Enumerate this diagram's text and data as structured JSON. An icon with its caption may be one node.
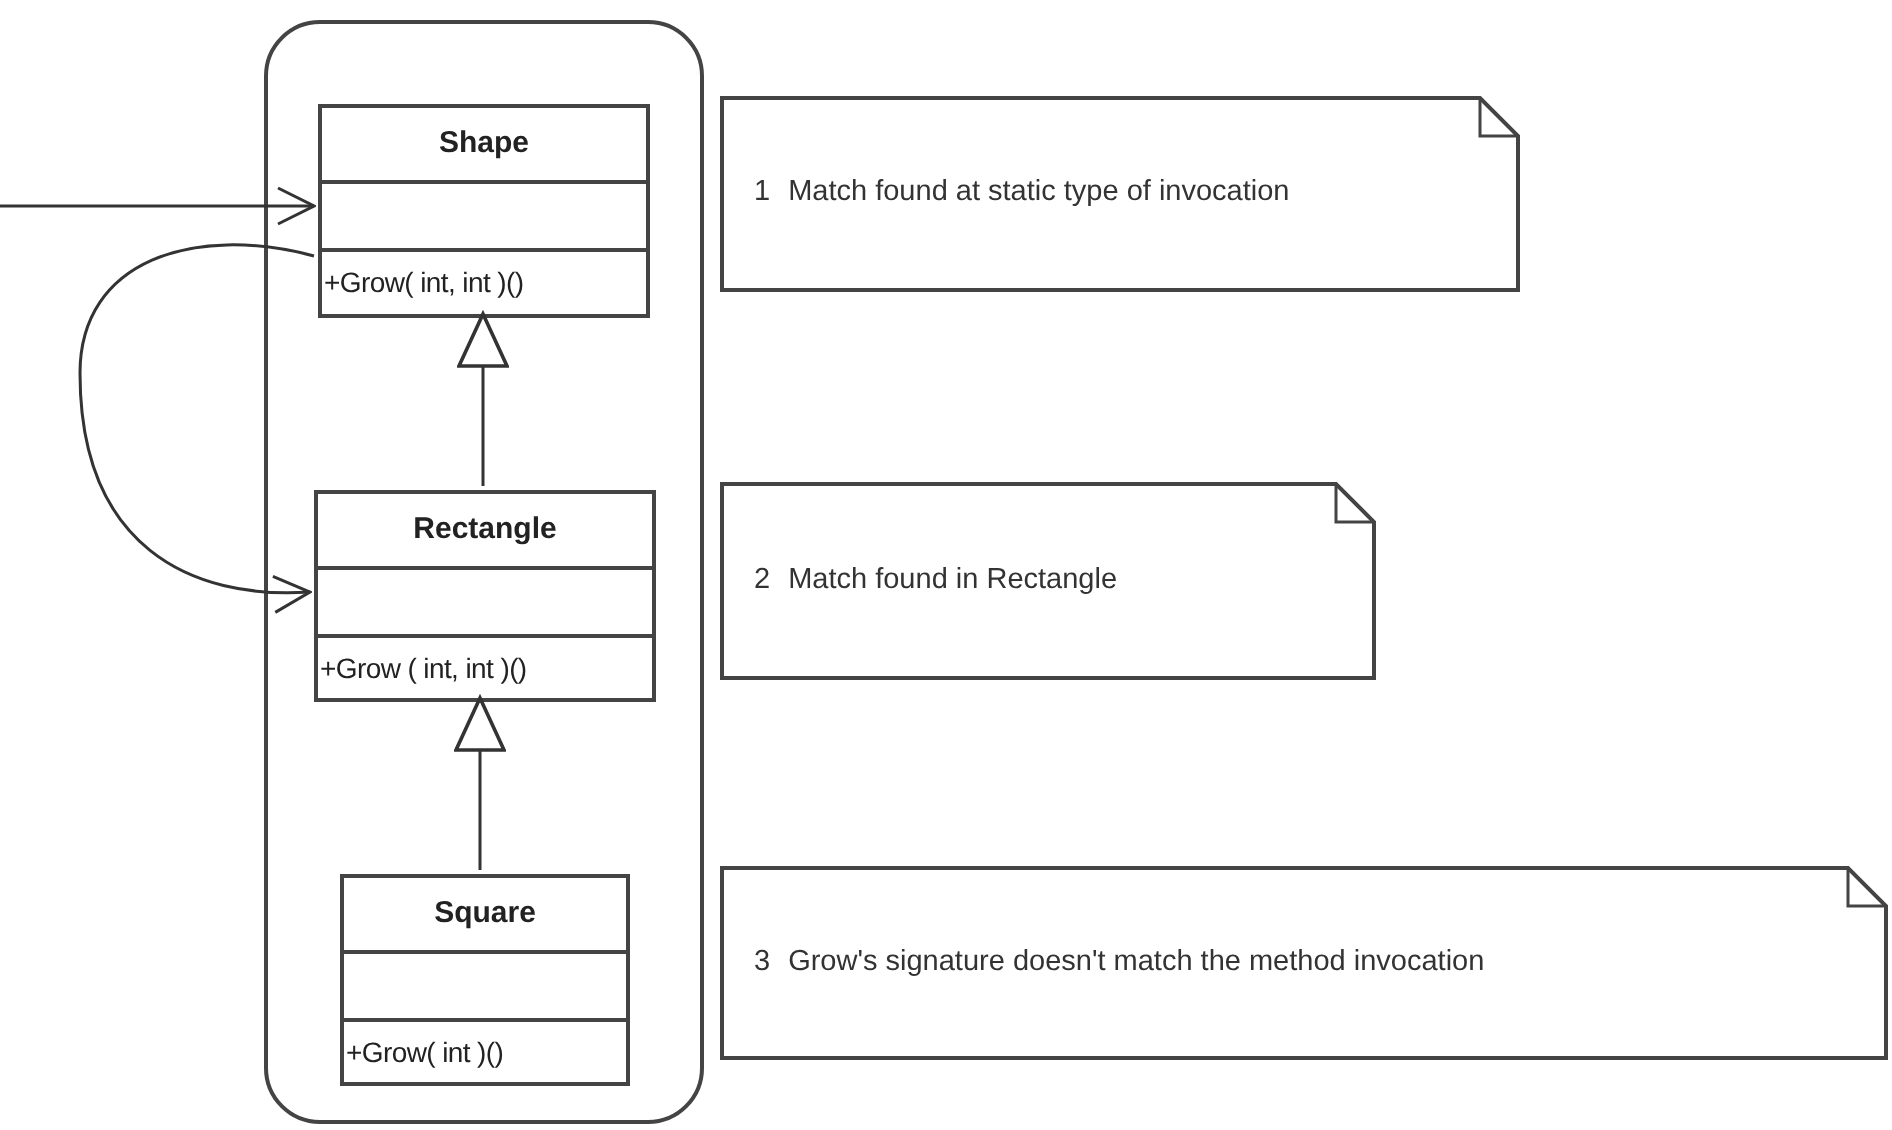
{
  "diagram": {
    "nodes": [
      {
        "text": [],
        "shape": "box"
      },
      {
        "text": [
          "Shape",
          "+Grow( int, int )()"
        ],
        "in": 0
      },
      {
        "text": [
          "Rectangle",
          "+Grow ( int, int )()"
        ],
        "in": 0
      },
      {
        "text": [
          "Square",
          "+Grow( int )()"
        ],
        "in": 0
      },
      {
        "text": [
          "1",
          "Match found at static type of invocation"
        ]
      },
      {
        "text": [
          "2",
          "Match found in Rectangle"
        ]
      },
      {
        "text": [
          "3",
          "Grow's signature doesn't match the method invocation"
        ]
      }
    ],
    "edges": [
      {
        "from": null,
        "to": 1,
        "arrow": "to"
      },
      {
        "from": 1,
        "to": 2,
        "arrow": "to"
      },
      {
        "from": 2,
        "to": 1,
        "arrow": "to"
      },
      {
        "from": 3,
        "to": 2,
        "arrow": "to"
      }
    ]
  }
}
